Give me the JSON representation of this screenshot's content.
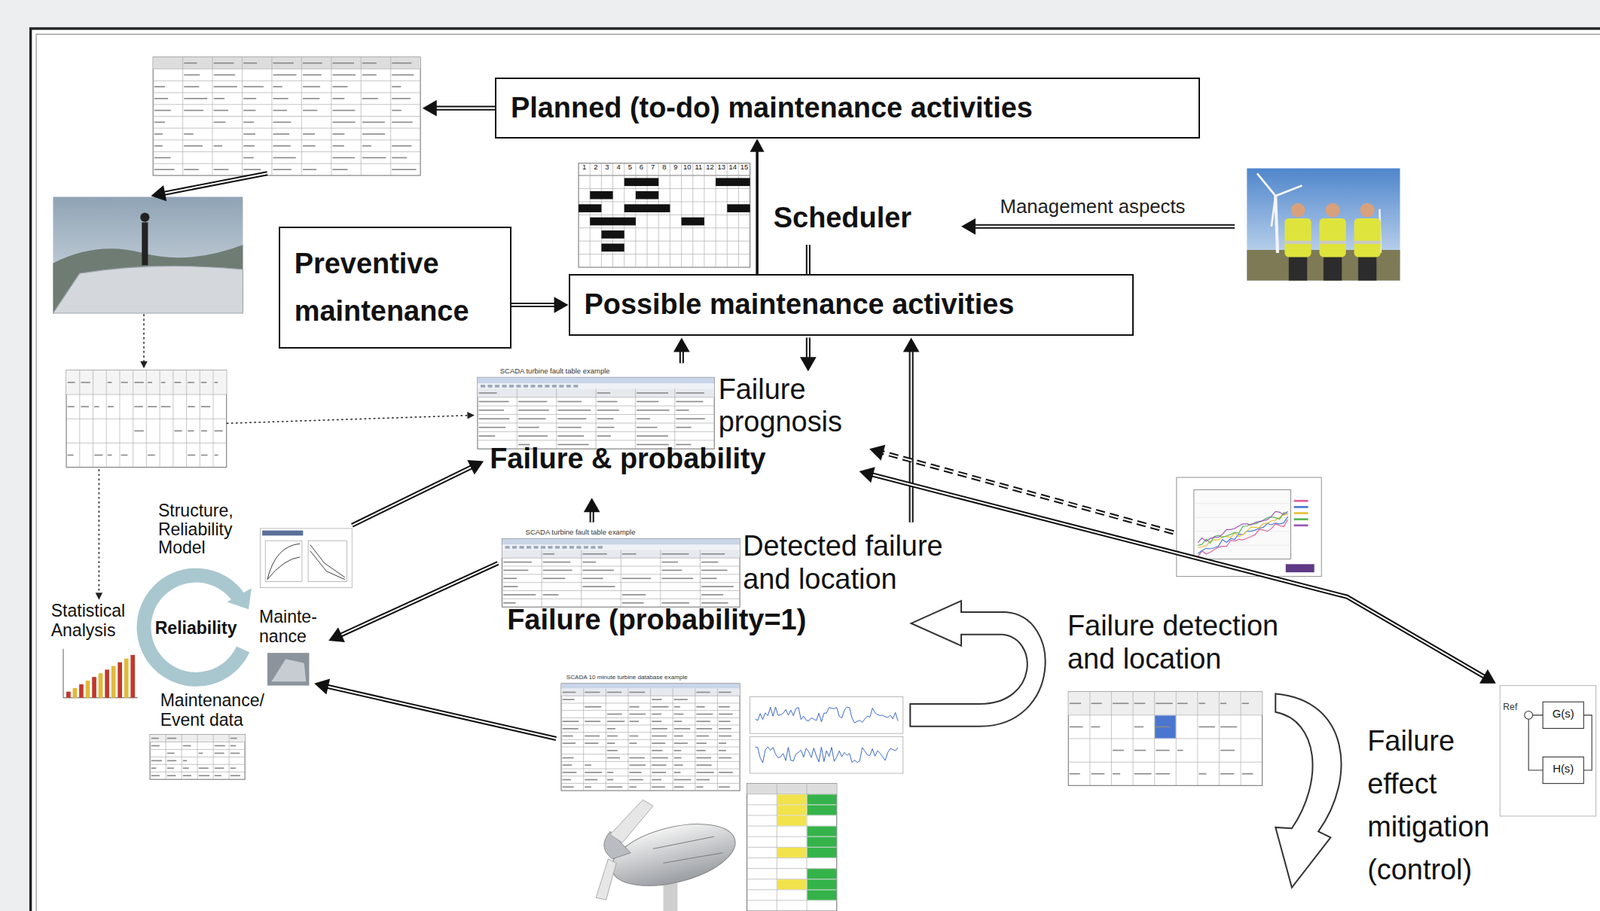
{
  "diagram": {
    "nodes": [
      {
        "text": [
          "Planned (to-do) maintenance activities"
        ]
      },
      {
        "text": [
          "Preventive maintenance"
        ]
      },
      {
        "text": [
          "Possible maintenance activities"
        ]
      }
    ],
    "edges": [
      {
        "from": 1,
        "to": 2,
        "arrow": "to"
      },
      {
        "from": 2,
        "to": 0,
        "arrow": "to"
      }
    ],
    "labels": [
      "1",
      "2",
      "3",
      "4",
      "5",
      "6",
      "7",
      "8",
      "9",
      "10",
      "11",
      "12",
      "13",
      "14",
      "15",
      "Scheduler",
      "Management aspects",
      "SCADA turbine fault table example",
      "Failure prognosis",
      "Failure & probability",
      "Structure, Reliability Model",
      "SCADA turbine fault table example",
      "Detected failure and location",
      "Statistical Analysis",
      "Reliability",
      "Mainte- nance",
      "Failure (probability=1)",
      "Failure detection and location",
      "Maintenance/ Event data",
      "Ref",
      "G(s)",
      "H(s)",
      "Failure effect mitigation (control)",
      "SCADA 10 minute turbine database example"
    ]
  }
}
